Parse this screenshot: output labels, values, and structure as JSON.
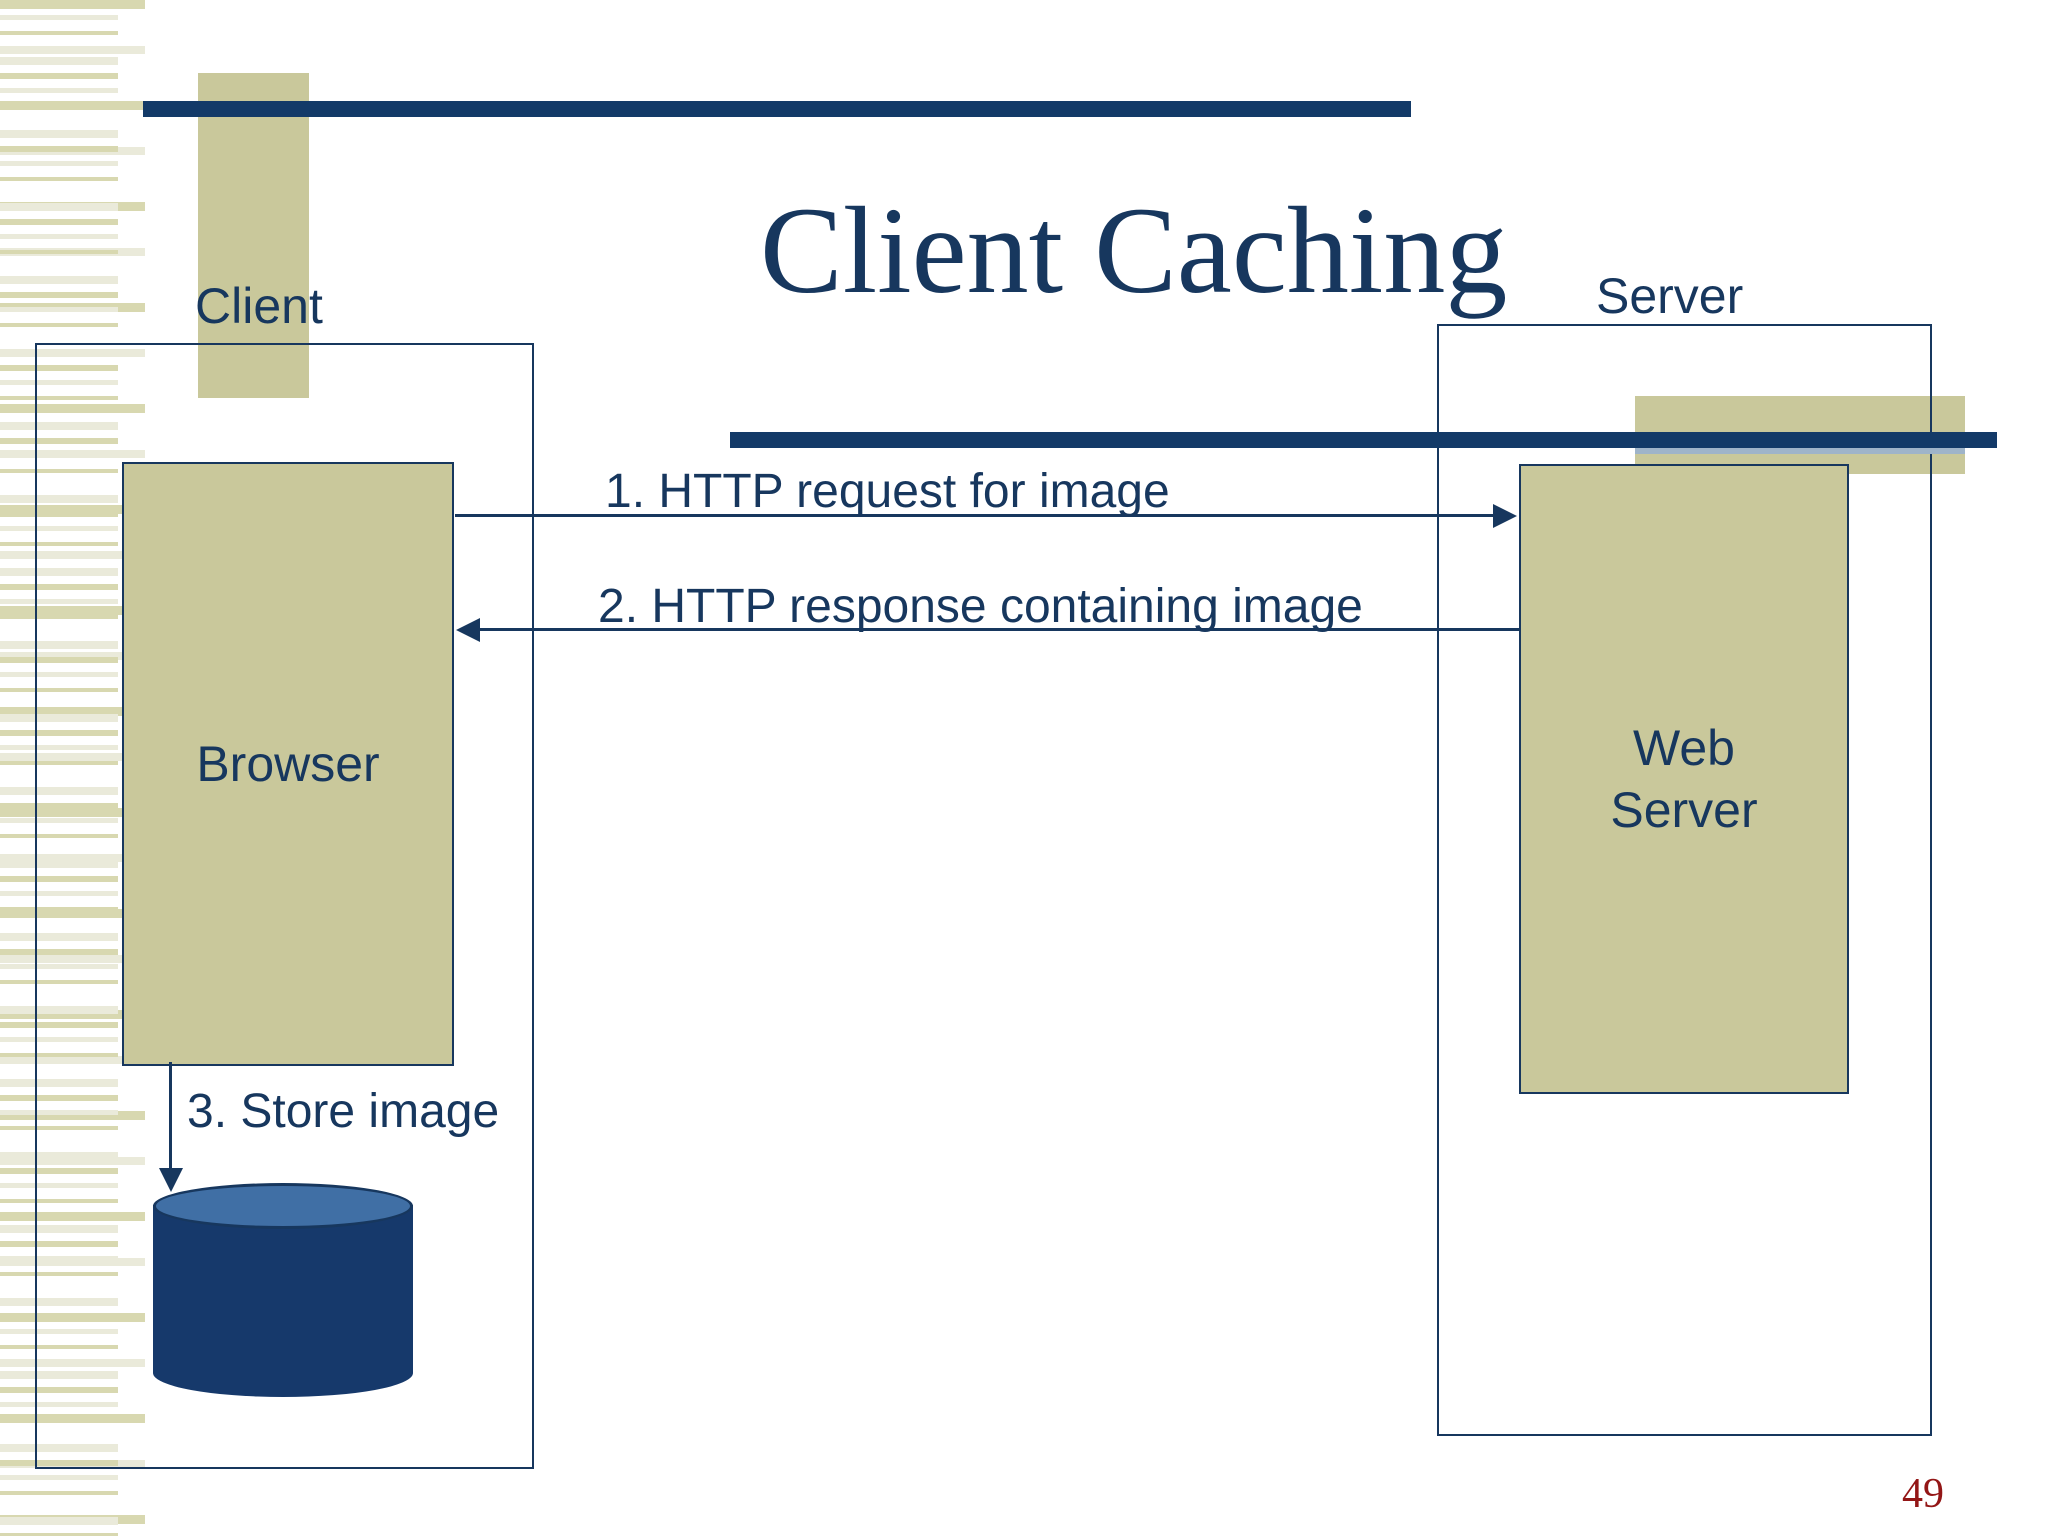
{
  "slide": {
    "title": "Client Caching",
    "page_number": "49"
  },
  "client": {
    "label": "Client",
    "node_label": "Browser"
  },
  "server": {
    "label": "Server",
    "node_label_line1": "Web",
    "node_label_line2": "Server"
  },
  "messages": {
    "request": "1. HTTP request for image",
    "response": "2. HTTP response containing image",
    "store": "3. Store image"
  },
  "icons": {
    "database_cylinder": "browser-cache-store",
    "arrow_right": "request-direction",
    "arrow_left": "response-direction",
    "arrow_down": "store-direction"
  },
  "colors": {
    "navy": "#17375e",
    "bar-navy": "#133a68",
    "tan": "#c9c89b",
    "stripe1": "#d8d8b0",
    "stripe2": "#eaeada",
    "cyltop": "#406fa5",
    "cylbody": "#16396b",
    "red": "#931616",
    "baredge": "#9fb4c9"
  }
}
